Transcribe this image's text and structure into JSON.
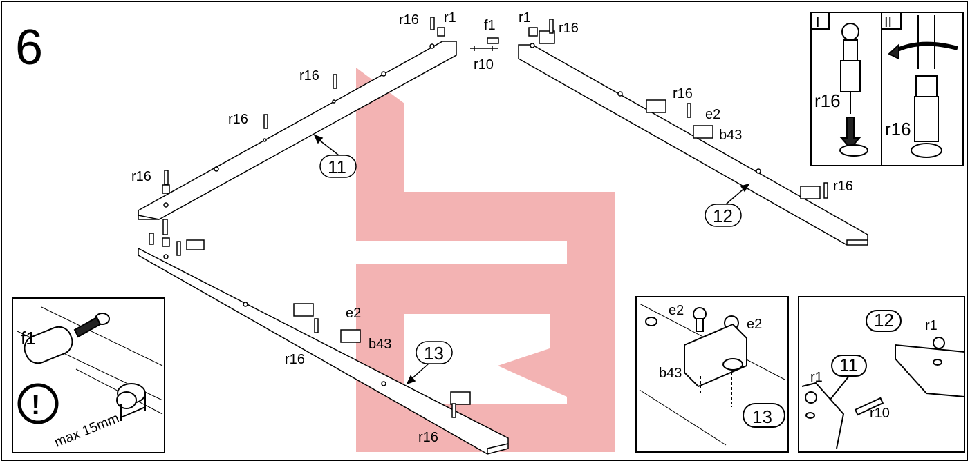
{
  "step_number": "6",
  "parts": {
    "p11": "11",
    "p12": "12",
    "p13": "13"
  },
  "labels": {
    "r16": "r16",
    "r1": "r1",
    "f1": "f1",
    "r10": "r10",
    "e2": "e2",
    "b43": "b43"
  },
  "inset_steps": {
    "step_one": "I",
    "step_two": "II"
  },
  "dowel_inset": {
    "label": "f1",
    "max_depth": "max 15mm",
    "warning_symbol": "!"
  },
  "colors": {
    "watermark": "#ef9a9a",
    "line": "#000000",
    "background": "#ffffff"
  }
}
